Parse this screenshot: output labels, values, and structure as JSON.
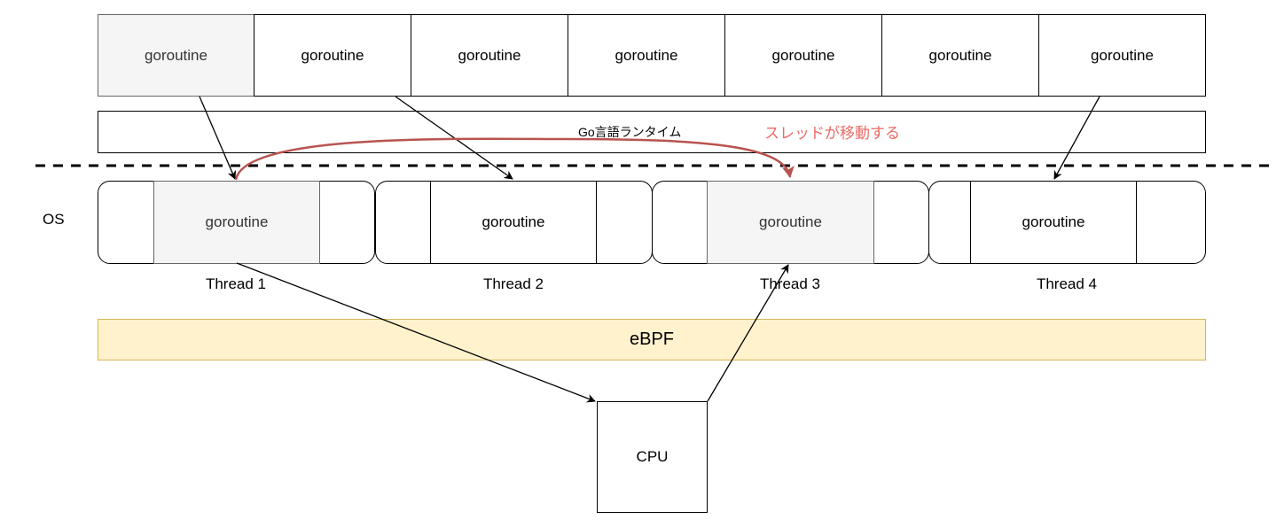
{
  "runtime_layer": {
    "goroutines": [
      {
        "label": "goroutine",
        "highlighted": true
      },
      {
        "label": "goroutine",
        "highlighted": false
      },
      {
        "label": "goroutine",
        "highlighted": false
      },
      {
        "label": "goroutine",
        "highlighted": false
      },
      {
        "label": "goroutine",
        "highlighted": false
      },
      {
        "label": "goroutine",
        "highlighted": false
      },
      {
        "label": "goroutine",
        "highlighted": false
      }
    ],
    "runtime_label": "Go言語ランタイム",
    "annotation": "スレッドが移動する",
    "annotation_color": "#ea6b66",
    "migration_arrow_color": "#b85450"
  },
  "os_layer": {
    "label": "OS",
    "threads": [
      {
        "name": "Thread 1",
        "goroutine": "goroutine",
        "highlighted": true
      },
      {
        "name": "Thread 2",
        "goroutine": "goroutine",
        "highlighted": false
      },
      {
        "name": "Thread 3",
        "goroutine": "goroutine",
        "highlighted": true
      },
      {
        "name": "Thread 4",
        "goroutine": "goroutine",
        "highlighted": false
      }
    ]
  },
  "ebpf": {
    "label": "eBPF",
    "fill": "#fff2cc",
    "stroke": "#d6b656"
  },
  "cpu": {
    "label": "CPU"
  }
}
